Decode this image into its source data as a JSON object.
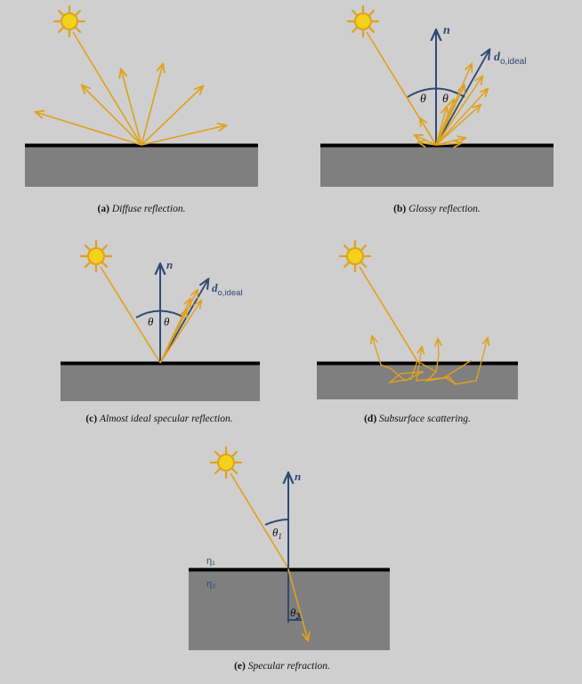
{
  "colors": {
    "background": "#cfcfcf",
    "surface_fill": "#7f7f7f",
    "surface_line": "#000000",
    "ray": "#e0a11b",
    "normal": "#2f4a74",
    "sun_core": "#f2d21a",
    "sun_rays": "#e0a11b"
  },
  "icons": {
    "light_source": "sun-icon"
  },
  "panels": [
    {
      "id": "a",
      "letter": "(a)",
      "title": "Diffuse reflection."
    },
    {
      "id": "b",
      "letter": "(b)",
      "title": "Glossy reflection.",
      "normal": "n",
      "ideal_dir": "d",
      "ideal_sub": "o,ideal",
      "theta_left": "θ",
      "theta_right": "θ"
    },
    {
      "id": "c",
      "letter": "(c)",
      "title": "Almost ideal specular reflection.",
      "normal": "n",
      "ideal_dir": "d",
      "ideal_sub": "o,ideal",
      "theta_left": "θ",
      "theta_right": "θ"
    },
    {
      "id": "d",
      "letter": "(d)",
      "title": "Subsurface scattering."
    },
    {
      "id": "e",
      "letter": "(e)",
      "title": "Specular refraction.",
      "normal": "n",
      "theta1": "θ",
      "theta1_sub": "1",
      "theta2": "θ",
      "theta2_sub": "2",
      "eta1": "η₁",
      "eta2": "η₂"
    }
  ]
}
